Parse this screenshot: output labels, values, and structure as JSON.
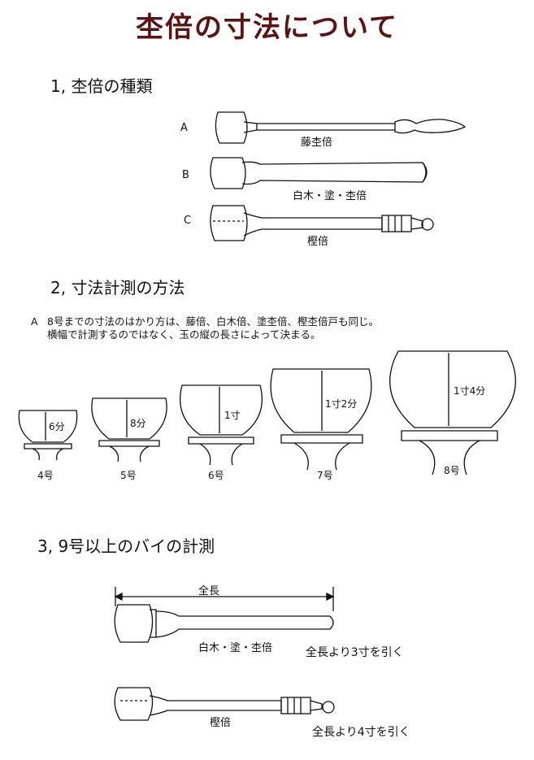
{
  "title": "杢倍の寸法について",
  "section1": {
    "heading": "1, 杢倍の種類",
    "items": [
      {
        "letter": "A",
        "caption": "藤杢倍"
      },
      {
        "letter": "B",
        "caption": "白木・塗・杢倍"
      },
      {
        "letter": "C",
        "caption": "樫倍"
      }
    ]
  },
  "section2": {
    "heading": "2, 寸法計測の方法",
    "note_letter": "A",
    "note_line1": "8号までの寸法のはかり方は、藤倍、白木倍、塗杢倍、樫杢倍戸も同じ。",
    "note_line2": "横幅で計測するのではなく、玉の縦の長さによって決まる。",
    "sizes": [
      {
        "number": "4号",
        "height": "6分"
      },
      {
        "number": "5号",
        "height": "8分"
      },
      {
        "number": "6号",
        "height": "1寸"
      },
      {
        "number": "7号",
        "height": "1寸2分"
      },
      {
        "number": "8号",
        "height": "1寸4分"
      }
    ]
  },
  "section3": {
    "heading": "3, 9号以上のバイの計測",
    "full_length_label": "全長",
    "items": [
      {
        "caption": "白木・塗・杢倍",
        "rule": "全長より3寸を引く"
      },
      {
        "caption": "樫倍",
        "rule": "全長より4寸を引く"
      }
    ]
  }
}
